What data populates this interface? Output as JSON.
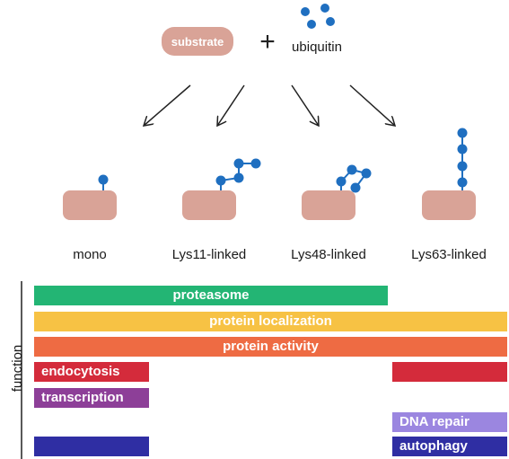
{
  "top": {
    "substrate_label": "substrate",
    "plus": "+",
    "ubiquitin_label": "ubiquitin"
  },
  "linkages": [
    {
      "label": "mono",
      "chain": 1
    },
    {
      "label": "Lys11-linked",
      "chain": 4
    },
    {
      "label": "Lys48-linked",
      "chain": 4
    },
    {
      "label": "Lys63-linked",
      "chain": 4
    }
  ],
  "function": {
    "axis_label": "function",
    "bars": [
      {
        "label": "proteasome",
        "color": "#23b574"
      },
      {
        "label": "protein localization",
        "color": "#f7c244"
      },
      {
        "label": "protein activity",
        "color": "#ee6b43"
      },
      {
        "label": "endocytosis",
        "color": "#d42b3b"
      },
      {
        "label": "",
        "color": "#d42b3b"
      },
      {
        "label": "transcription",
        "color": "#8d3f98"
      },
      {
        "label": "DNA repair",
        "color": "#9b86e0"
      },
      {
        "label": "",
        "color": "#2f2ea3"
      },
      {
        "label": "autophagy",
        "color": "#2f2ea3"
      }
    ]
  },
  "colors": {
    "substrate": "#d9a397",
    "ubiquitin": "#1f6fc0",
    "arrow": "#222222",
    "axis": "#222222"
  }
}
